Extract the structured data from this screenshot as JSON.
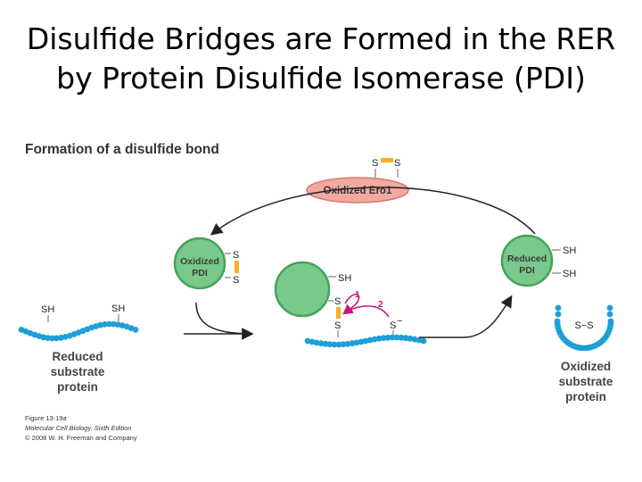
{
  "title": {
    "line1": "Disulfide Bridges are Formed in the RER",
    "line2": "by Protein Disulfide Isomerase (PDI)"
  },
  "diagram": {
    "panel_title": "Formation of a disulfide bond",
    "ero1": {
      "label": "Oxidized Ero1",
      "s_left": "S",
      "s_right": "S"
    },
    "oxidized_pdi": {
      "line1": "Oxidized",
      "line2": "PDI",
      "s_top": "S",
      "s_bottom": "S"
    },
    "intermediate": {
      "sh": "SH",
      "s_top": "S",
      "s_bottom": "S",
      "s_minus": "S",
      "minus": "−",
      "step1": "1",
      "step2": "2"
    },
    "reduced_pdi": {
      "line1": "Reduced",
      "line2": "PDI",
      "sh_top": "SH",
      "sh_bottom": "SH"
    },
    "reduced_substrate": {
      "sh_left": "SH",
      "sh_right": "SH",
      "line1": "Reduced",
      "line2": "substrate",
      "line3": "protein"
    },
    "oxidized_substrate": {
      "bond": "S−S",
      "line1": "Oxidized",
      "line2": "substrate",
      "line3": "protein"
    },
    "credit": {
      "line1": "Figure 13-19a",
      "line2": "Molecular Cell Biology, Sixth Edition",
      "line3": "© 2008 W. H. Freeman and Company"
    },
    "colors": {
      "bead": "#1e9fd8",
      "pdi_fill": "#78c98a",
      "pdi_stroke": "#45a35a",
      "ero_fill": "#f2a9a0",
      "ero_stroke": "#d9776c",
      "bond": "#f0b323",
      "step_arrow": "#c2187a",
      "arrow": "#222222"
    }
  }
}
